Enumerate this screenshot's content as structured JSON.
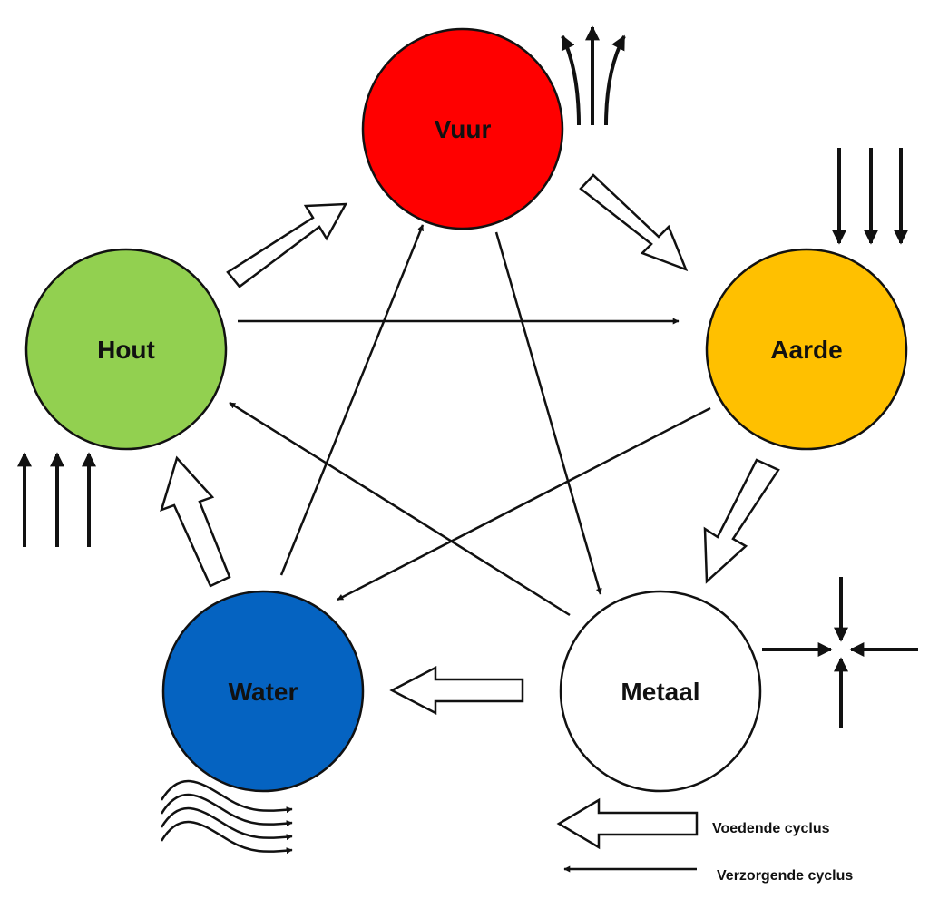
{
  "elements": [
    {
      "key": "vuur",
      "label": "Vuur",
      "color": "#ff0000"
    },
    {
      "key": "aarde",
      "label": "Aarde",
      "color": "#ffc000"
    },
    {
      "key": "metaal",
      "label": "Metaal",
      "color": "#ffffff"
    },
    {
      "key": "water",
      "label": "Water",
      "color": "#0563c1"
    },
    {
      "key": "hout",
      "label": "Hout",
      "color": "#92d050"
    }
  ],
  "nurturing_cycle": [
    {
      "from": "hout",
      "to": "vuur"
    },
    {
      "from": "vuur",
      "to": "aarde"
    },
    {
      "from": "aarde",
      "to": "metaal"
    },
    {
      "from": "metaal",
      "to": "water"
    },
    {
      "from": "water",
      "to": "hout"
    }
  ],
  "controlling_cycle": [
    {
      "from": "hout",
      "to": "aarde"
    },
    {
      "from": "aarde",
      "to": "water"
    },
    {
      "from": "water",
      "to": "vuur"
    },
    {
      "from": "vuur",
      "to": "metaal"
    },
    {
      "from": "metaal",
      "to": "hout"
    }
  ],
  "movement_icons": [
    {
      "element": "vuur",
      "icon": "rising-arrows-icon"
    },
    {
      "element": "aarde",
      "icon": "descending-arrows-icon"
    },
    {
      "element": "metaal",
      "icon": "converging-arrows-icon"
    },
    {
      "element": "water",
      "icon": "flowing-waves-icon"
    },
    {
      "element": "hout",
      "icon": "upward-arrows-icon"
    }
  ],
  "legend": {
    "nurturing_label": "Voedende cyclus",
    "controlling_label": "Verzorgende cyclus"
  }
}
